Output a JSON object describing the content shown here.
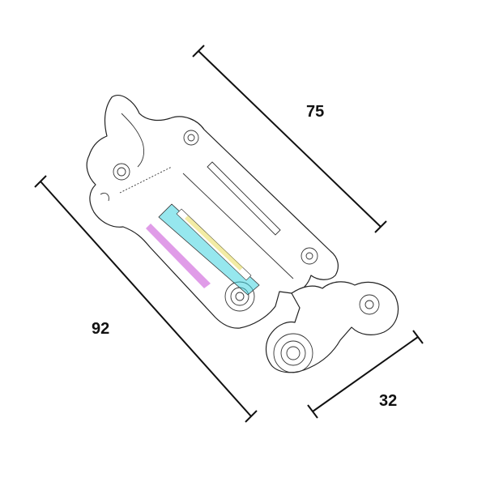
{
  "dimensions": {
    "length_top": "75",
    "length_left": "92",
    "width_bottom": "32"
  },
  "colors": {
    "outline": "#222222",
    "dimension_line": "#111111",
    "noise_cyan": "#3fd3e0",
    "noise_magenta": "#c23ad1",
    "noise_yellow": "#e8d94a"
  }
}
